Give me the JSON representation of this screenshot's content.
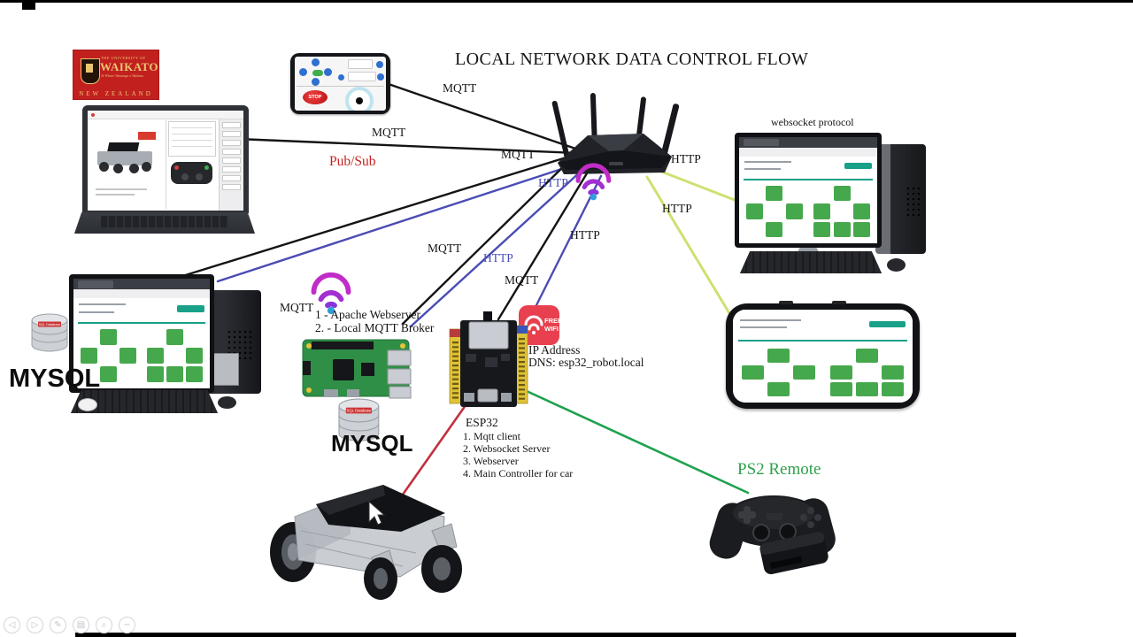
{
  "title": "LOCAL NETWORK DATA CONTROL  FLOW",
  "logo": {
    "line1": "THE UNIVERSITY OF",
    "name": "WAIKATO",
    "tagline": "Te Whare Wananga o Waikato",
    "country": "NEW ZEALAND"
  },
  "edge_labels": [
    {
      "id": "mqtt-controller-router",
      "text": "MQTT"
    },
    {
      "id": "mqtt-laptop-router",
      "text": "MQTT"
    },
    {
      "id": "pubsub",
      "text": "Pub/Sub"
    },
    {
      "id": "mqtt-router-desktop",
      "text": "MQTT"
    },
    {
      "id": "http-router-desktop",
      "text": "HTTP"
    },
    {
      "id": "mqtt-router-rpi",
      "text": "MQTT"
    },
    {
      "id": "http-router-rpi",
      "text": "HTTP"
    },
    {
      "id": "mqtt-router-esp32",
      "text": "MQTT"
    },
    {
      "id": "http-router-esp32",
      "text": "HTTP"
    },
    {
      "id": "http-router-right-desktop",
      "text": "HTTP"
    },
    {
      "id": "http-router-phone",
      "text": "HTTP"
    }
  ],
  "right_desktop": {
    "caption": "websocket protocol"
  },
  "left_desktop": {
    "db_caption": "MYSQL",
    "db_badge": "SQL Database"
  },
  "rpi": {
    "wifi_label": "MQTT",
    "notes": [
      "1 - Apache Webserver",
      "2. - Local MQTT Broker"
    ],
    "db_caption": "MYSQL",
    "db_badge": "SQL Database"
  },
  "esp32": {
    "ip_title": "IP Address",
    "dns": "DNS: esp32_robot.local",
    "heading": "ESP32",
    "features": [
      "1. Mqtt client",
      "2. Websocket Server",
      "3. Webserver",
      "4. Main Controller for car"
    ],
    "badge_line1": "FREE",
    "badge_line2": "WIFI"
  },
  "ps2": {
    "caption": "PS2 Remote"
  },
  "controller": {
    "stop": "STOP"
  },
  "toolbar": {
    "items": [
      {
        "name": "back",
        "glyph": "◁"
      },
      {
        "name": "forward",
        "glyph": "▷"
      },
      {
        "name": "pen",
        "glyph": "✎"
      },
      {
        "name": "grid",
        "glyph": "▤"
      },
      {
        "name": "zoom",
        "glyph": "⌕"
      },
      {
        "name": "minus",
        "glyph": "−"
      }
    ]
  },
  "colors": {
    "mqtt_line": "#141414",
    "http_line_blue": "#4a4cb4",
    "http_line_yellow": "#cfe070",
    "robot_line_red": "#c13140",
    "ps2_line_green": "#1ea24e",
    "button_green": "#46a84c",
    "teal": "#18a089",
    "label_red": "#c42222",
    "ps2_green": "#2fa14b",
    "logo_red": "#c2201f",
    "wifi_purple": "#a32fd2",
    "badge_red": "#e8404e"
  }
}
